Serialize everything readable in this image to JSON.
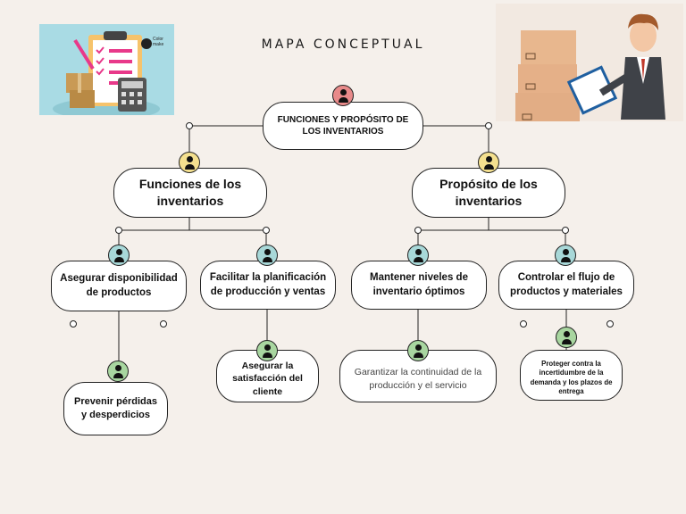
{
  "title": "MAPA CONCEPTUAL",
  "logo": {
    "line1": "Color",
    "line2": "make"
  },
  "root": {
    "text": "FUNCIONES Y PROPÓSITO DE LOS INVENTARIOS"
  },
  "level1": [
    {
      "text": "Funciones de los inventarios"
    },
    {
      "text": "Propósito de los inventarios"
    }
  ],
  "level2": [
    {
      "text": "Asegurar disponibilidad de productos"
    },
    {
      "text": "Facilitar la planificación de producción y ventas"
    },
    {
      "text": "Mantener niveles de inventario óptimos"
    },
    {
      "text": "Controlar el flujo de productos y materiales"
    }
  ],
  "level3": [
    {
      "text": "Prevenir pérdidas y desperdicios"
    },
    {
      "text": "Asegurar la satisfacción del cliente"
    },
    {
      "text": "Garantizar la continuidad de la producción y el servicio"
    },
    {
      "text": "Proteger contra la incertidumbre de la demanda y los plazos de entrega"
    }
  ],
  "colors": {
    "root_avatar": "#e88a8a",
    "level1_avatar": "#f4e08f",
    "level2_avatar": "#a8d8d8",
    "level3_avatar": "#a8d6a0",
    "background": "#f5f0eb"
  },
  "icons": [
    "person-icon",
    "checklist-illustration",
    "businessman-illustration"
  ]
}
